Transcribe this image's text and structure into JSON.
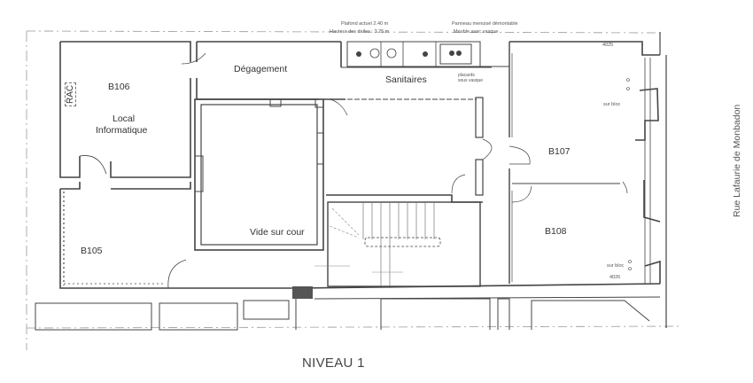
{
  "plan": {
    "title": "NIVEAU 1",
    "street": "Rue Lafaurie de Monbadon",
    "rooms": {
      "b106": {
        "code": "B106",
        "name_line1": "Local",
        "name_line2": "Informatique",
        "tag": "RAC"
      },
      "degagement": {
        "name": "Dégagement"
      },
      "sanitaires": {
        "name": "Sanitaires"
      },
      "vide": {
        "name": "Vide sur cour"
      },
      "b105": {
        "code": "B105"
      },
      "b107": {
        "code": "B107",
        "note": "sur bloc",
        "ref": "4025"
      },
      "b108": {
        "code": "B108",
        "note": "sur bloc",
        "ref": "4026"
      }
    },
    "annotations": {
      "ceiling": "Plafond actuel 2.40 m",
      "slab_height": "Hauteur des dalles : 3.25 m",
      "panel": "Panneau menuisé démontable",
      "furniture": "Meuble avec vasque",
      "under_sink_line1": "placards",
      "under_sink_line2": "sous vasque"
    }
  }
}
